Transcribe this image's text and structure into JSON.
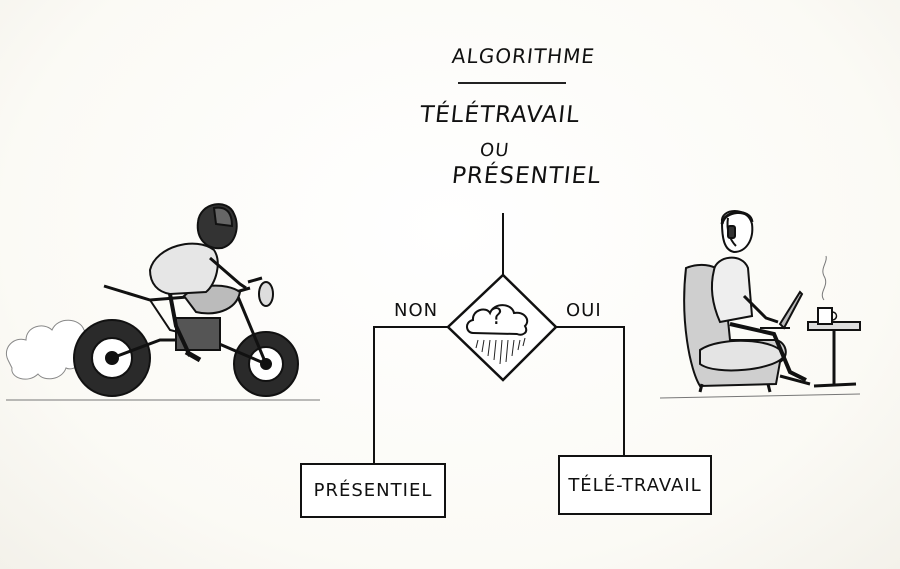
{
  "diagram": {
    "title": "ALGORITHME",
    "question_line1": "TÉLÉTRAVAIL",
    "question_line2": "OU",
    "question_line3": "PRÉSENTIEL",
    "decision_symbol": "?",
    "branch_left_label": "NON",
    "branch_right_label": "OUI",
    "outcome_left": "PRÉSENTIEL",
    "outcome_right": "TÉLÉ-TRAVAIL"
  },
  "illustrations": {
    "left": "motorcycle-rider",
    "right": "person-with-laptop-in-armchair",
    "decision_icon": "rain-cloud-icon"
  },
  "colors": {
    "ink": "#111111",
    "paper": "#fdfcf8"
  }
}
